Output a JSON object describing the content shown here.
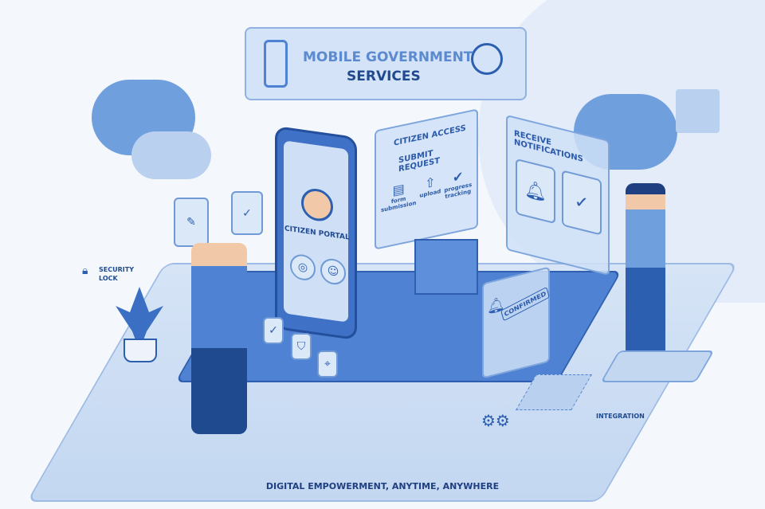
{
  "title": {
    "line1": "MOBILE GOVERNMENT",
    "line2": "SERVICES"
  },
  "phone": {
    "label": "CITIZEN PORTAL"
  },
  "citizen_access": {
    "header": "CITIZEN ACCESS",
    "sub": "SUBMIT REQUEST",
    "items": [
      "form submission",
      "upload",
      "progress tracking"
    ]
  },
  "notifications": {
    "header": "RECEIVE NOTIFICATIONS"
  },
  "security": {
    "label1": "SECURITY",
    "label2": "LOCK"
  },
  "confirmed": {
    "label": "CONFIRMED"
  },
  "integration": {
    "label": "INTEGRATION"
  },
  "footer": {
    "tagline": "DIGITAL EMPOWERMENT, ANYTIME, ANYWHERE"
  },
  "colors": {
    "primary": "#3f72c6",
    "dark": "#1f4a90",
    "light": "#d4e3f7"
  }
}
